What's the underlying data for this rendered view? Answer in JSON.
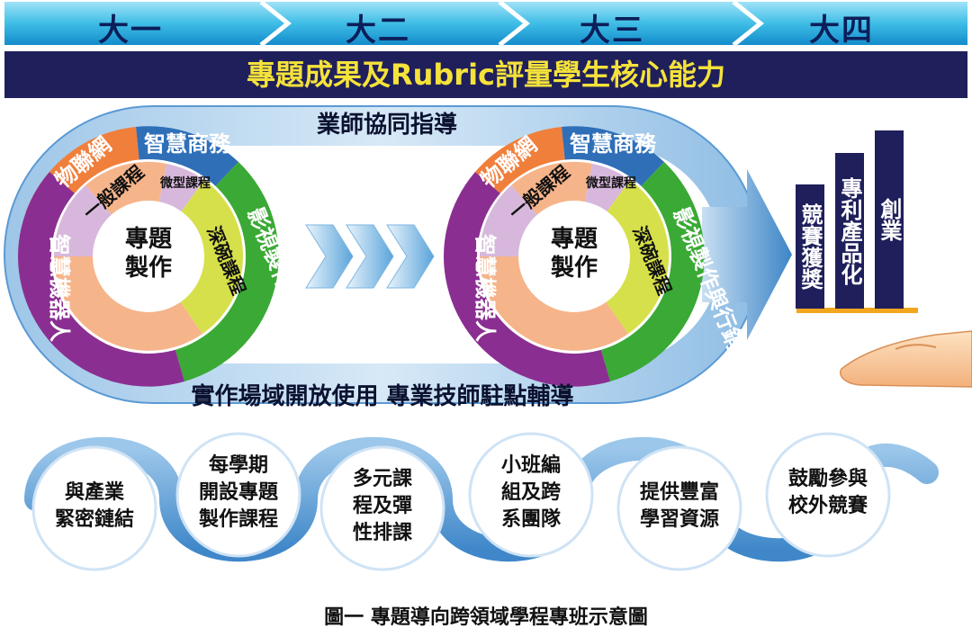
{
  "years": [
    "大一",
    "大二",
    "大三",
    "大四"
  ],
  "title": "專題成果及Rubric評量學生核心能力",
  "top_band": "業師協同指導",
  "bottom_band": "實作場域開放使用  專業技師駐點輔導",
  "wheel": {
    "center": [
      "專題",
      "製作"
    ],
    "outer": [
      "物聯網",
      "智慧商務",
      "影視製作與行銷",
      "智慧機器人"
    ],
    "inner": [
      "一般課程",
      "微型課程",
      "深碗課程"
    ]
  },
  "results": [
    "競賽獲獎",
    "專利產品化",
    "創業"
  ],
  "bubbles": [
    [
      "與產業",
      "緊密鏈結"
    ],
    [
      "每學期",
      "開設專題",
      "製作課程"
    ],
    [
      "多元課",
      "程及彈",
      "性排課"
    ],
    [
      "小班編",
      "組及跨",
      "系團隊"
    ],
    [
      "提供豐富",
      "學習資源"
    ],
    [
      "鼓勵參與",
      "校外競賽"
    ]
  ],
  "caption": "圖一  專題導向跨領域學程專班示意圖",
  "colors": {
    "navy": "#1f1f5c",
    "title_text": "#f5e23a",
    "orange": "#f07f3c",
    "blue": "#2f6fb8",
    "green": "#3aa935",
    "purple": "#8a2f91",
    "peach": "#f6b48a",
    "lilac": "#d7b8dc",
    "lime": "#d6e04a",
    "gold": "#f2a61f"
  }
}
